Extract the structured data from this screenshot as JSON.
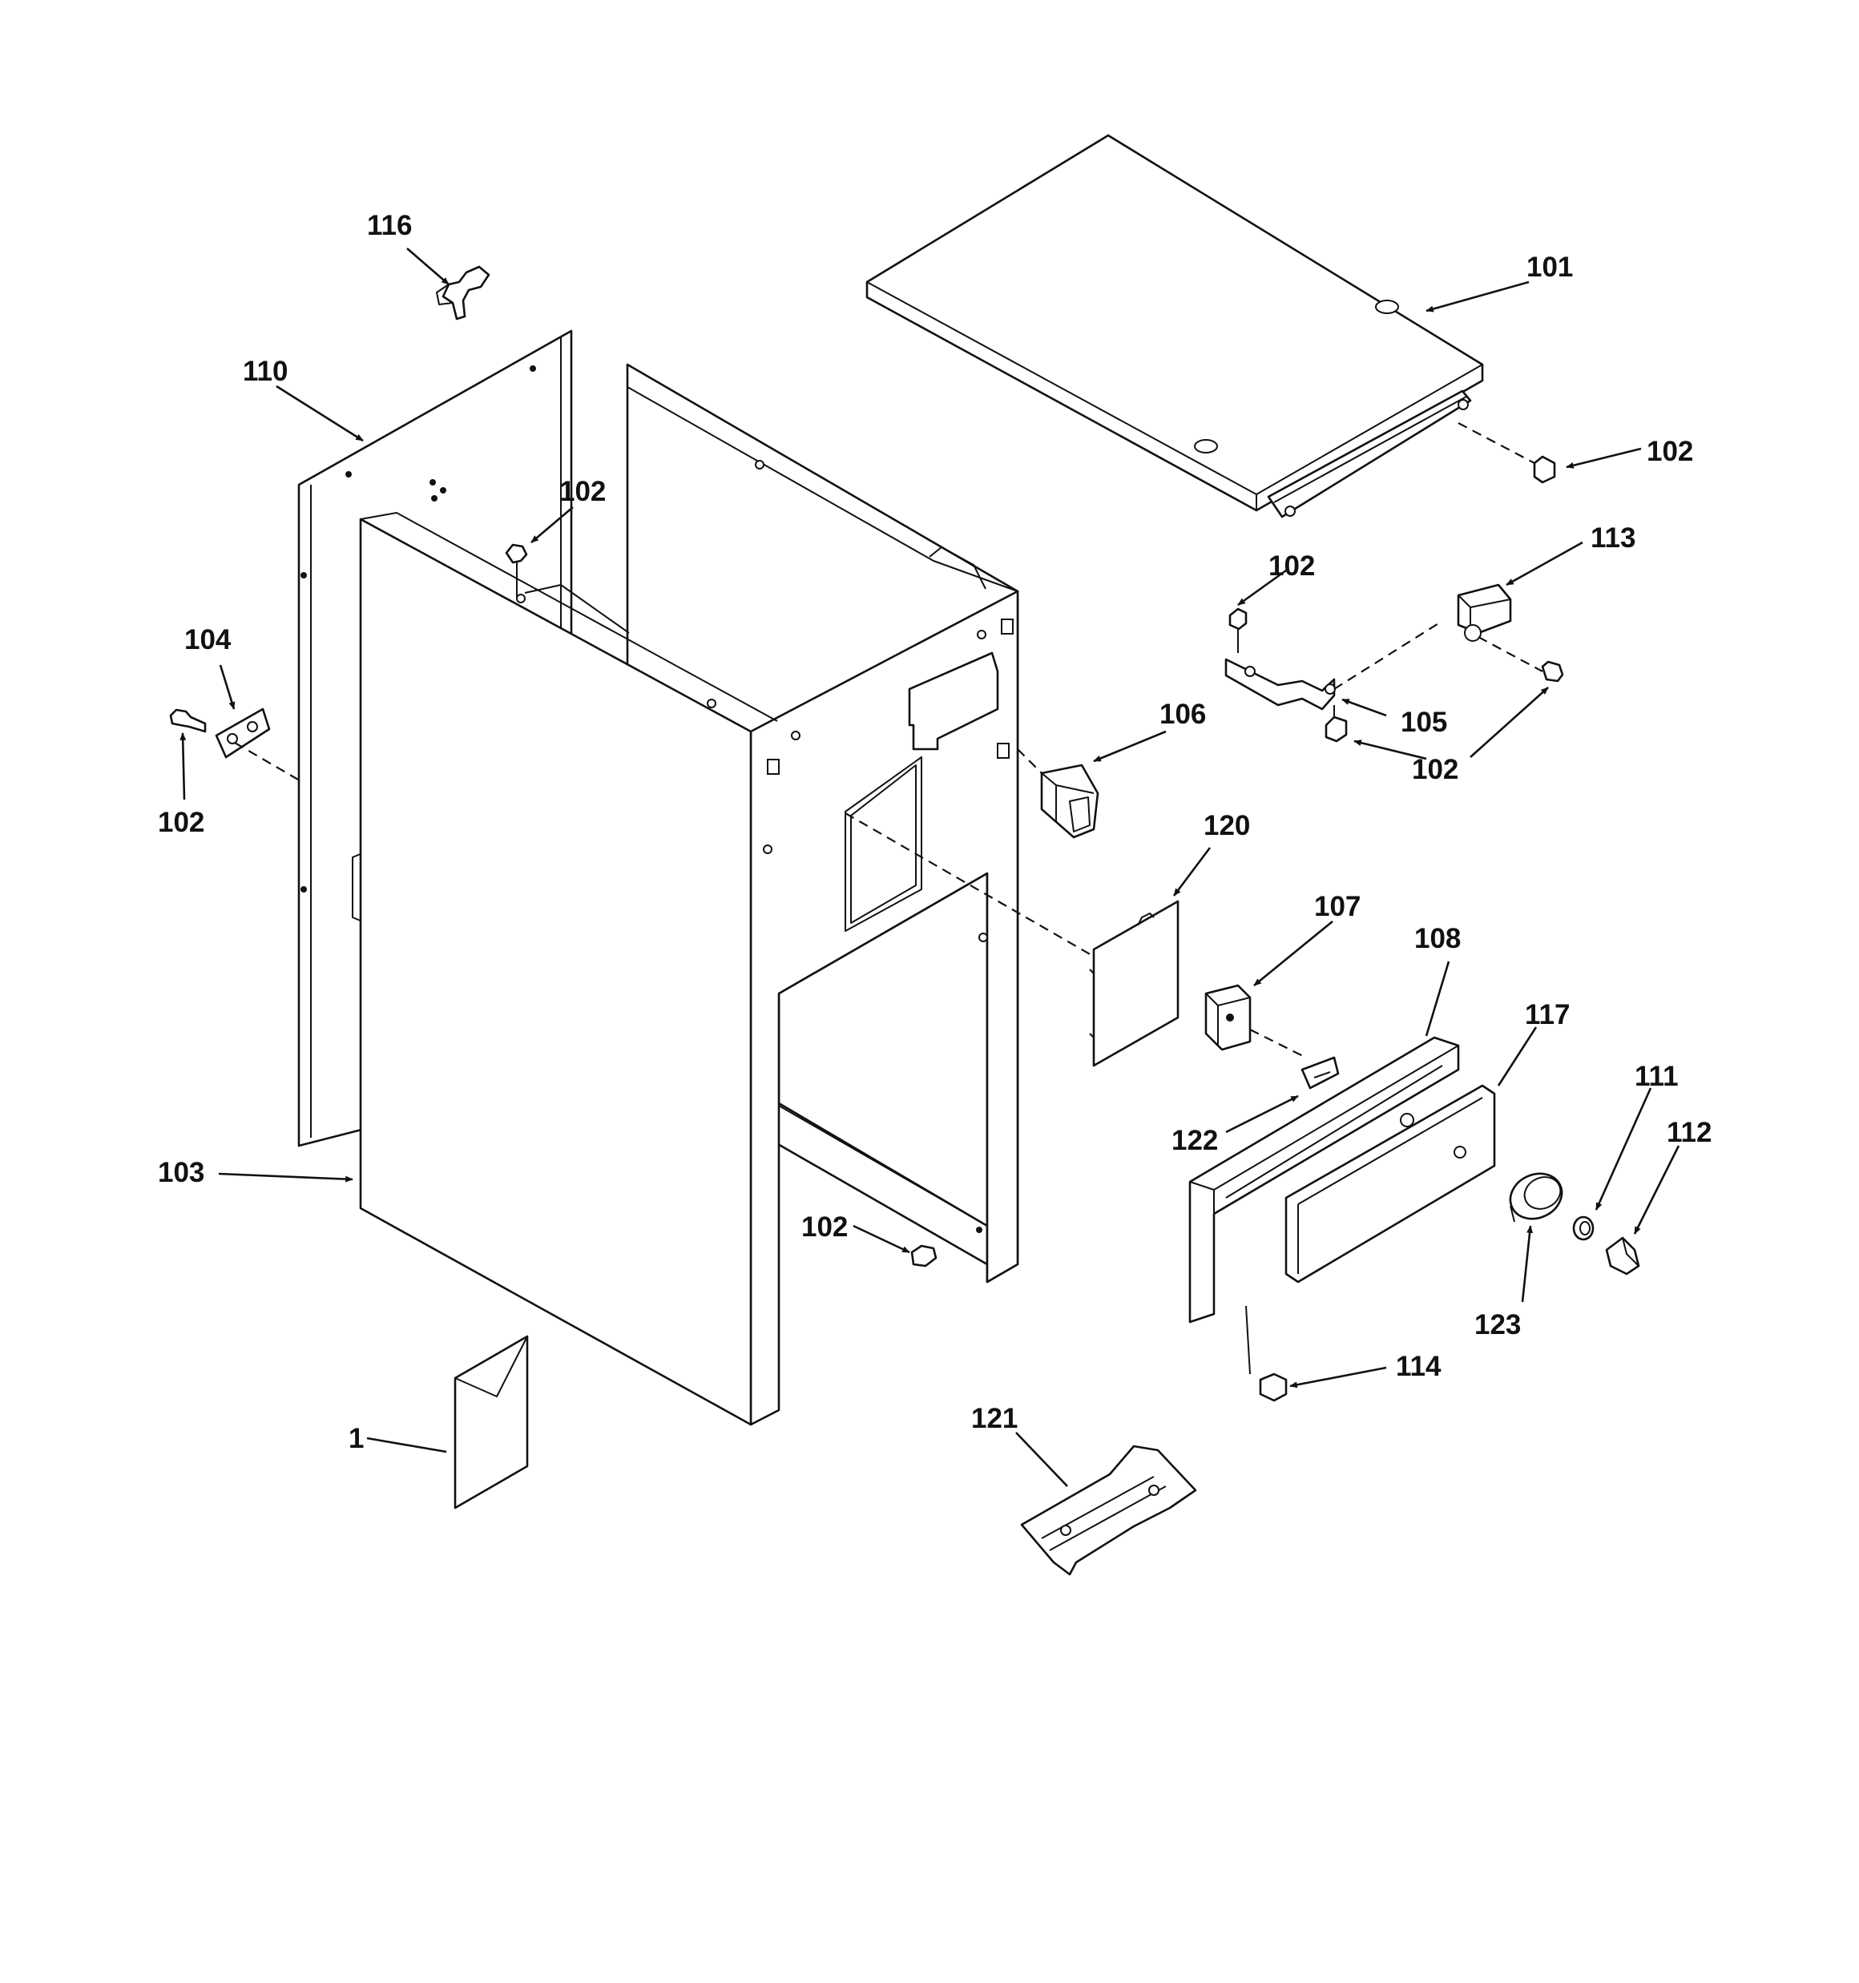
{
  "callouts": [
    {
      "id": "c-1",
      "label": "1"
    },
    {
      "id": "c-101",
      "label": "101"
    },
    {
      "id": "c-102a",
      "label": "102"
    },
    {
      "id": "c-102b",
      "label": "102"
    },
    {
      "id": "c-102c",
      "label": "102"
    },
    {
      "id": "c-102d",
      "label": "102"
    },
    {
      "id": "c-102e",
      "label": "102"
    },
    {
      "id": "c-102f",
      "label": "102"
    },
    {
      "id": "c-103",
      "label": "103"
    },
    {
      "id": "c-104",
      "label": "104"
    },
    {
      "id": "c-105",
      "label": "105"
    },
    {
      "id": "c-106",
      "label": "106"
    },
    {
      "id": "c-107",
      "label": "107"
    },
    {
      "id": "c-108",
      "label": "108"
    },
    {
      "id": "c-110",
      "label": "110"
    },
    {
      "id": "c-111",
      "label": "111"
    },
    {
      "id": "c-112",
      "label": "112"
    },
    {
      "id": "c-113",
      "label": "113"
    },
    {
      "id": "c-114",
      "label": "114"
    },
    {
      "id": "c-116",
      "label": "116"
    },
    {
      "id": "c-117",
      "label": "117"
    },
    {
      "id": "c-120",
      "label": "120"
    },
    {
      "id": "c-121",
      "label": "121"
    },
    {
      "id": "c-122",
      "label": "122"
    },
    {
      "id": "c-123",
      "label": "123"
    }
  ]
}
